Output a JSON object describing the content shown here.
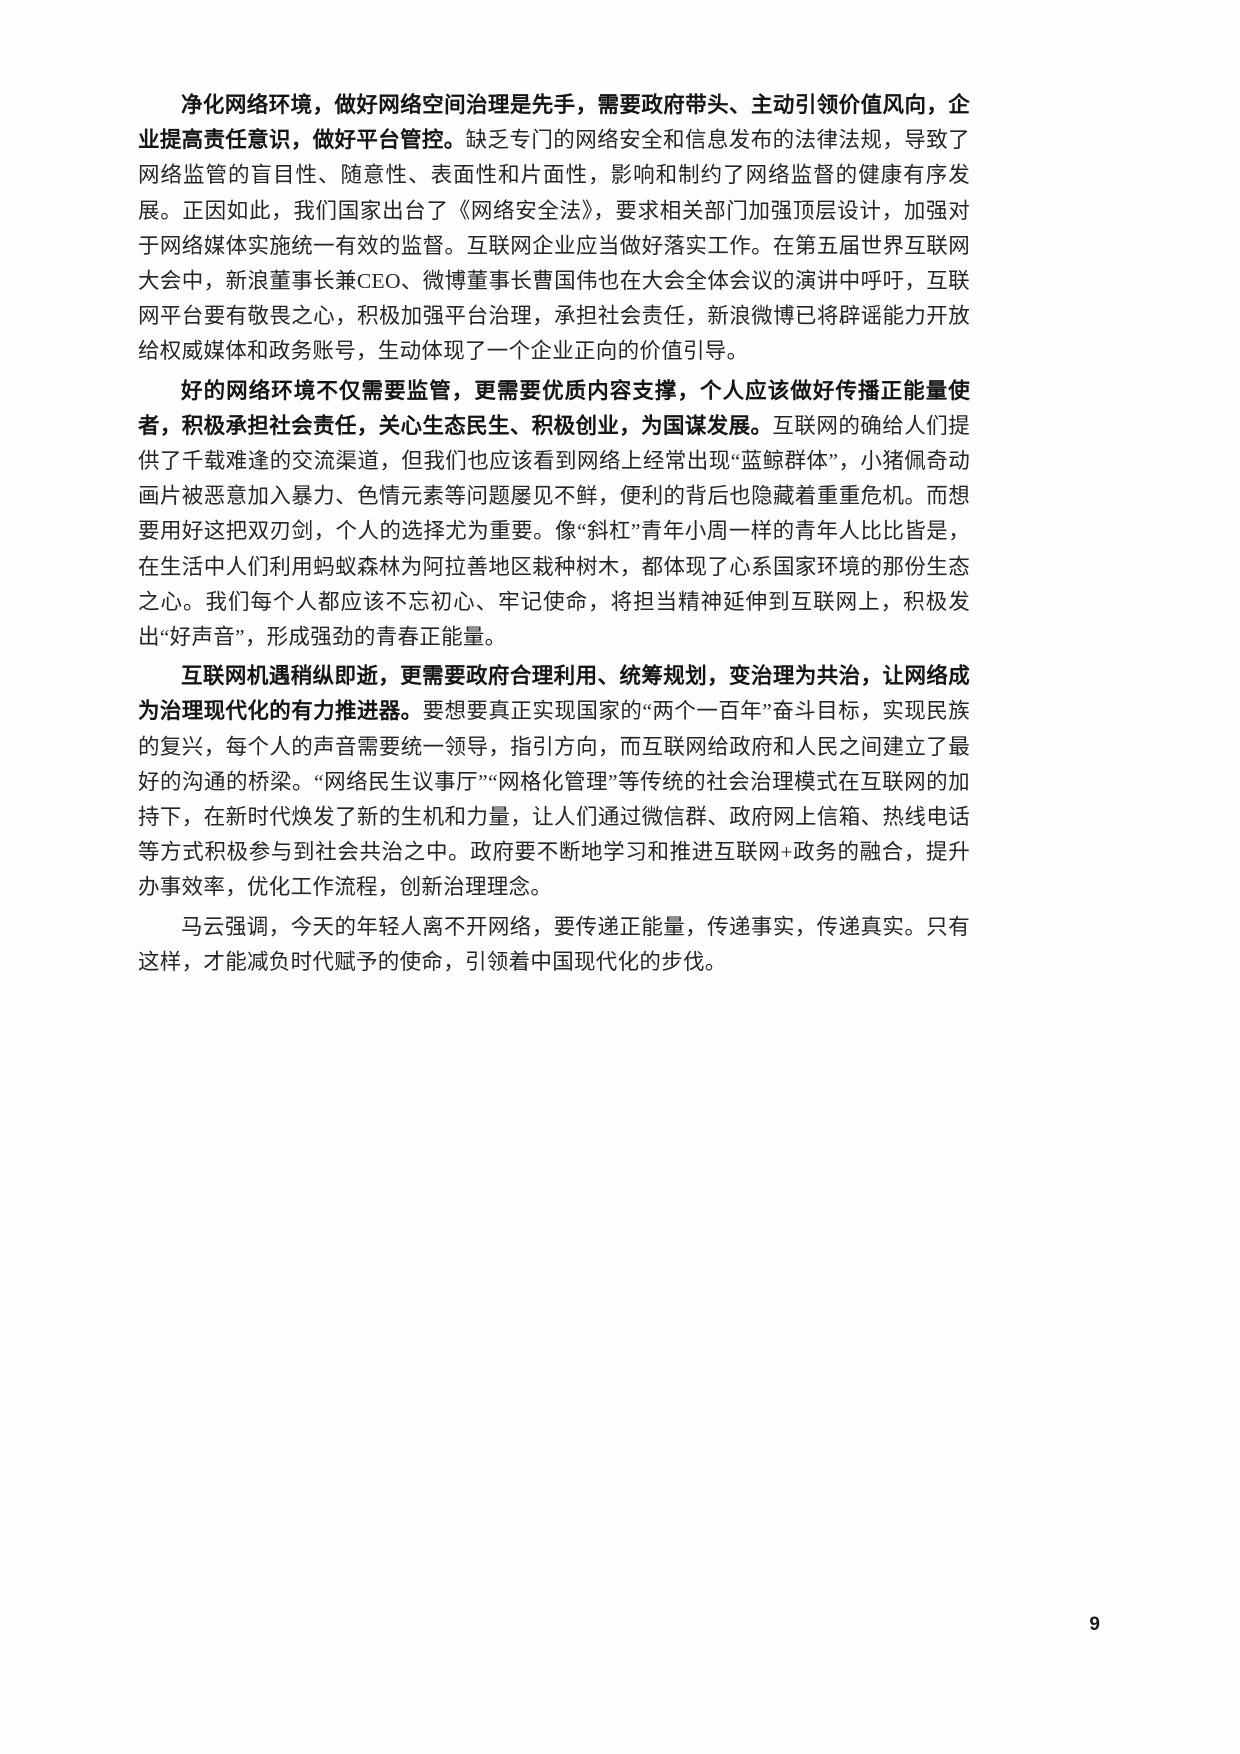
{
  "document": {
    "page_number": "9",
    "paragraphs": [
      {
        "id": "p1",
        "lead": "净化网络环境，做好网络空间治理是先手，需要政府带头、主动引领价值风向，企业提高责任意识，做好平台管控。",
        "body": "缺乏专门的网络安全和信息发布的法律法规，导致了网络监管的盲目性、随意性、表面性和片面性，影响和制约了网络监督的健康有序发展。正因如此，我们国家出台了《网络安全法》，要求相关部门加强顶层设计，加强对于网络媒体实施统一有效的监督。互联网企业应当做好落实工作。在第五届世界互联网大会中，新浪董事长兼CEO、微博董事长曹国伟也在大会全体会议的演讲中呼吁，互联网平台要有敬畏之心，积极加强平台治理，承担社会责任，新浪微博已将辟谣能力开放给权威媒体和政务账号，生动体现了一个企业正向的价值引导。"
      },
      {
        "id": "p2",
        "lead": "好的网络环境不仅需要监管，更需要优质内容支撑，个人应该做好传播正能量使者，积极承担社会责任，关心生态民生、积极创业，为国谋发展。",
        "body": "互联网的确给人们提供了千载难逢的交流渠道，但我们也应该看到网络上经常出现“蓝鲸群体”，小猪佩奇动画片被恶意加入暴力、色情元素等问题屡见不鲜，便利的背后也隐藏着重重危机。而想要用好这把双刃剑，个人的选择尤为重要。像“斜杠”青年小周一样的青年人比比皆是，在生活中人们利用蚂蚁森林为阿拉善地区栽种树木，都体现了心系国家环境的那份生态之心。我们每个人都应该不忘初心、牢记使命，将担当精神延伸到互联网上，积极发出“好声音”，形成强劲的青春正能量。"
      },
      {
        "id": "p3",
        "lead": "互联网机遇稍纵即逝，更需要政府合理利用、统筹规划，变治理为共治，让网络成为治理现代化的有力推进器。",
        "body": "要想要真正实现国家的“两个一百年”奋斗目标，实现民族的复兴，每个人的声音需要统一领导，指引方向，而互联网给政府和人民之间建立了最好的沟通的桥梁。“网络民生议事厅”“网格化管理”等传统的社会治理模式在互联网的加持下，在新时代焕发了新的生机和力量，让人们通过微信群、政府网上信箱、热线电话等方式积极参与到社会共治之中。政府要不断地学习和推进互联网+政务的融合，提升办事效率，优化工作流程，创新治理理念。"
      },
      {
        "id": "p4",
        "lead": "",
        "body": "马云强调，今天的年轻人离不开网络，要传递正能量，传递事实，传递真实。只有这样，才能减负时代赋予的使命，引领着中国现代化的步伐。"
      }
    ]
  }
}
